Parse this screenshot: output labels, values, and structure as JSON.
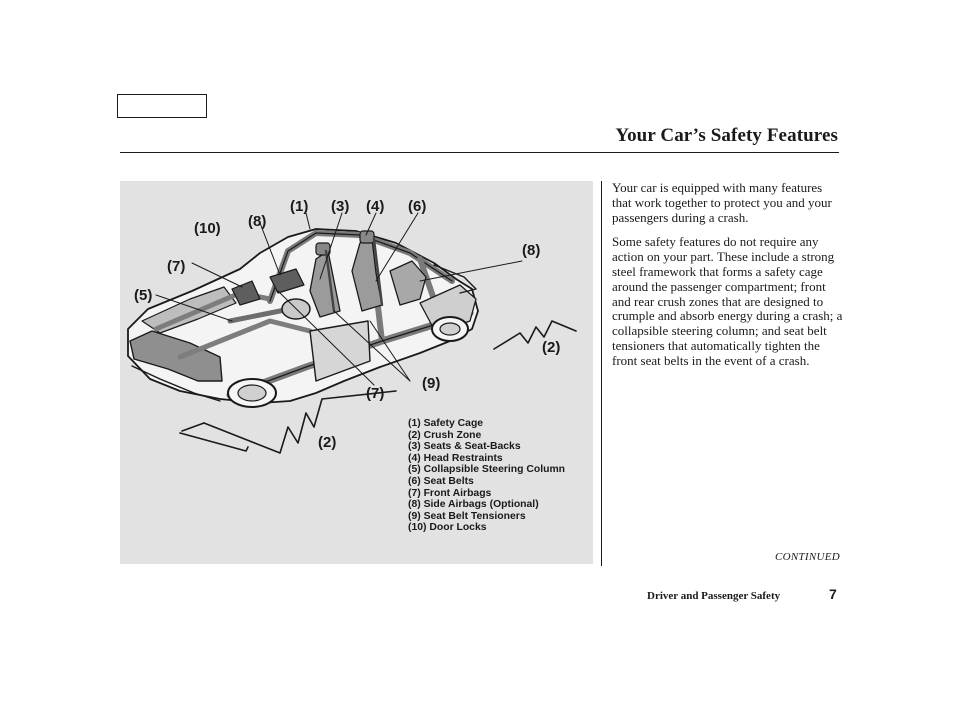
{
  "page": {
    "title": "Your Car’s Safety Features",
    "section": "Driver and Passenger Safety",
    "page_number": "7",
    "continued": "CONTINUED"
  },
  "body": {
    "paragraphs": [
      "Your car is equipped with many features that work together to protect you and your passengers during a crash.",
      "Some safety features do not require any action on your part. These include a strong steel framework that forms a safety cage around the passenger compartment; front and rear crush zones that are designed to crumple and absorb energy during a crash; a collapsible steering column; and seat belt tensioners that automatically tighten the front seat belts in the event of a crash."
    ]
  },
  "figure": {
    "callouts": {
      "c1": "(1)",
      "c3": "(3)",
      "c4": "(4)",
      "c6": "(6)",
      "c10": "(10)",
      "c8a": "(8)",
      "c8b": "(8)",
      "c7a": "(7)",
      "c5": "(5)",
      "c2a": "(2)",
      "c9": "(9)",
      "c7b": "(7)",
      "c2b": "(2)"
    },
    "legend": [
      "(1) Safety Cage",
      "(2) Crush Zone",
      "(3) Seats & Seat-Backs",
      "(4) Head Restraints",
      "(5) Collapsible Steering Column",
      "(6) Seat Belts",
      "(7) Front Airbags",
      "(8) Side Airbags (Optional)",
      "(9) Seat Belt Tensioners",
      "(10) Door Locks"
    ]
  }
}
